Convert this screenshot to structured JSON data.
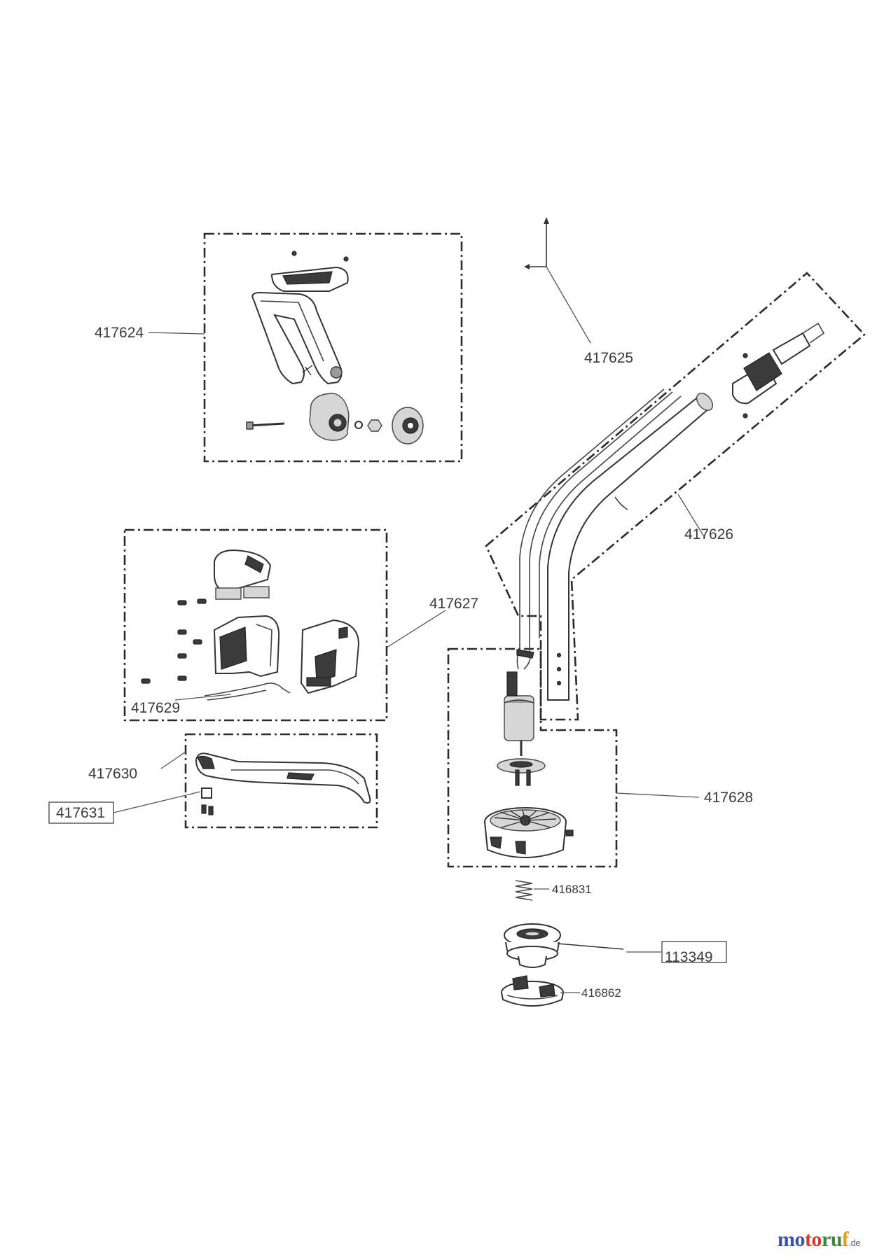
{
  "parts": {
    "p417624": "417624",
    "p417625": "417625",
    "p417626": "417626",
    "p417627": "417627",
    "p417628": "417628",
    "p417629": "417629",
    "p417630": "417630",
    "p417631": "417631",
    "p416831": "416831",
    "p113349": "113349",
    "p416862": "416862"
  },
  "brand": {
    "part1": "mo",
    "part2": "to",
    "part3": "ru",
    "part4": "f",
    "tld": ".de"
  }
}
